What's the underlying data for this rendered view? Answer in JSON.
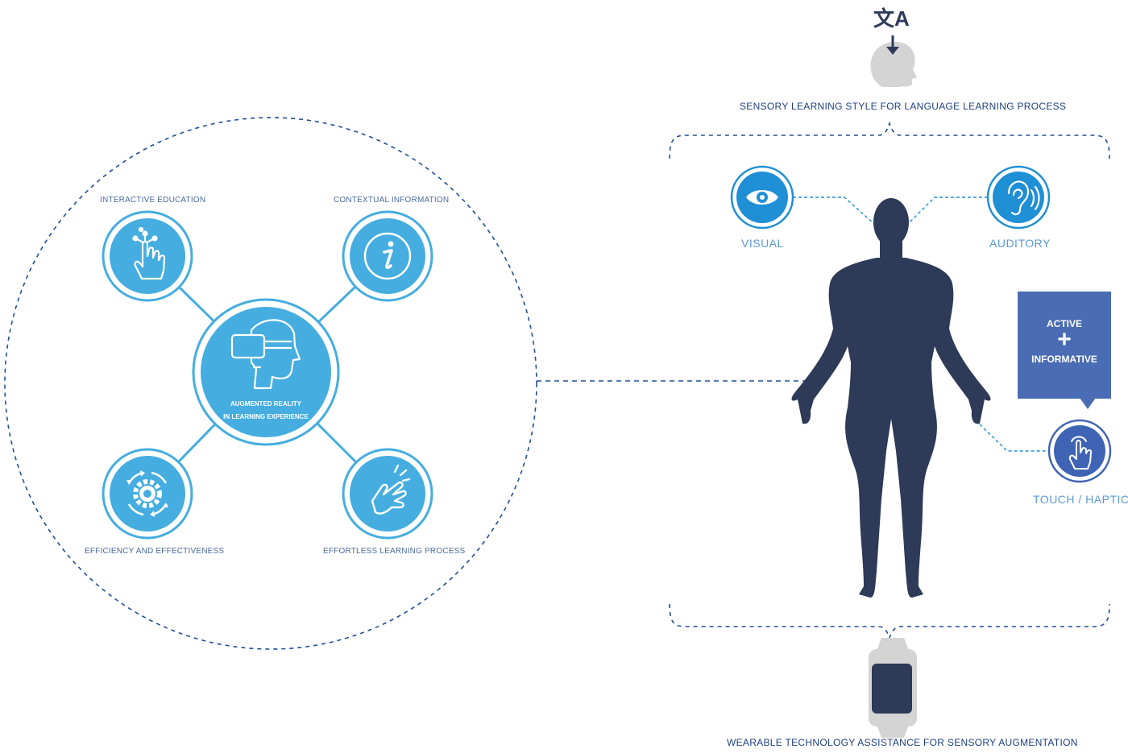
{
  "colors": {
    "ar_blue": "#45ade0",
    "navy": "#2d3a58",
    "dash_blue": "#1f4f9a",
    "sense_blue": "#1f8fd6",
    "touch_blue": "#3f64b5",
    "bubble_blue": "#4a6cb4",
    "light_gray": "#d4d4d4"
  },
  "ar_section": {
    "center": {
      "icon": "vr-headset-head-icon",
      "line1": "AUGMENTED REALITY",
      "line2": "IN LEARNING EXPERIENCE"
    },
    "nodes": {
      "interactive": {
        "label": "INTERACTIVE EDUCATION",
        "icon": "touch-hand-icon"
      },
      "contextual": {
        "label": "CONTEXTUAL INFORMATION",
        "icon": "info-icon"
      },
      "efficiency": {
        "label": "EFFICIENCY AND EFFECTIVENESS",
        "icon": "gear-cycle-icon"
      },
      "effortless": {
        "label": "EFFORTLESS LEARNING PROCESS",
        "icon": "snap-fingers-icon"
      }
    }
  },
  "sensory_section": {
    "title": "SENSORY LEARNING STYLE FOR LANGUAGE LEARNING PROCESS",
    "header_icon": "language-translate-head-icon",
    "visual": {
      "label": "VISUAL",
      "icon": "eye-icon"
    },
    "auditory": {
      "label": "AUDITORY",
      "icon": "ear-icon"
    },
    "touch": {
      "label": "TOUCH / HAPTIC",
      "icon": "touch-finger-icon"
    },
    "bubble": {
      "line1": "ACTIVE",
      "plus": "+",
      "line2": "INFORMATIVE"
    },
    "body_icon": "human-body-silhouette-icon",
    "footer_icon": "smartwatch-icon",
    "footer": "WEARABLE TECHNOLOGY ASSISTANCE FOR SENSORY AUGMENTATION"
  }
}
